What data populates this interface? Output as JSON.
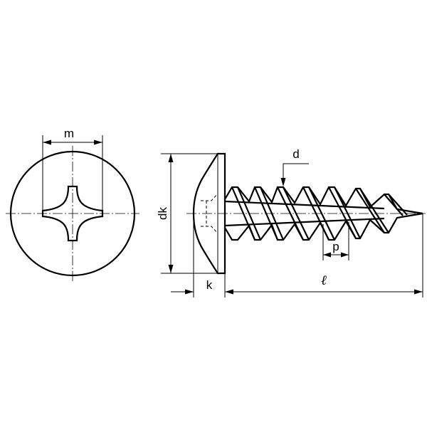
{
  "dimensions": {
    "head_recess_width": "m",
    "head_diameter": "dk",
    "head_height": "k",
    "thread_diameter": "d",
    "thread_pitch": "p",
    "length": "ℓ"
  }
}
